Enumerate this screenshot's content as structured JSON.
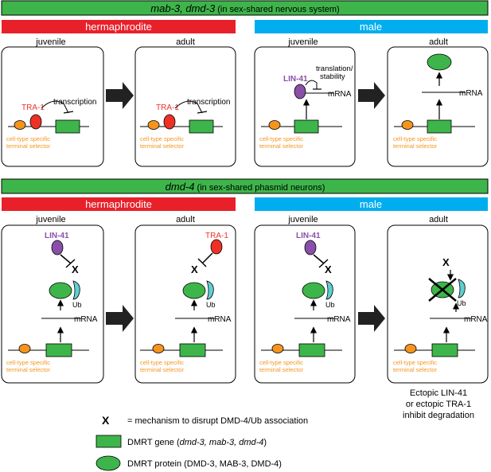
{
  "section1": {
    "title_italic": "mab-3, dmd-3",
    "title_rest": " (in sex-shared nervous system)",
    "left_sex": "hermaphrodite",
    "right_sex": "male",
    "stage_juvenile": "juvenile",
    "stage_adult": "adult"
  },
  "section2": {
    "title_italic": "dmd-4",
    "title_rest": " (in sex-shared phasmid neurons)",
    "left_sex": "hermaphrodite",
    "right_sex": "male",
    "stage_juvenile": "juvenile",
    "stage_adult": "adult"
  },
  "labels": {
    "tra1": "TRA-1",
    "lin41": "LIN-41",
    "transcription": "transcription",
    "translation_line1": "translation/",
    "translation_line2": "stability",
    "mrna": "mRNA",
    "selector_line1": "cell-type specific",
    "selector_line2": "terminal selector",
    "ub": "Ub",
    "x": "X"
  },
  "note": {
    "line1": "Ectopic LIN-41",
    "line2": "or ectopic TRA-1",
    "line3": "inhibit degradation"
  },
  "legend": {
    "x_symbol": "X",
    "x_text": "= mechanism to disrupt DMD-4/Ub association",
    "gene_prefix": "DMRT gene (",
    "gene_italic": "dmd-3, mab-3, dmd-4",
    "gene_suffix": ")",
    "protein_text": "DMRT protein (DMD-3, MAB-3, DMD-4)"
  },
  "colors": {
    "green_bar": "#3db54a",
    "red_bar": "#e8202a",
    "blue_bar": "#00aeef",
    "gene_green": "#3db54a",
    "tra1_red": "#ee3124",
    "lin41_purple": "#8a4fa8",
    "selector_orange": "#f7941d",
    "ub_cyan": "#5fcfd2"
  }
}
